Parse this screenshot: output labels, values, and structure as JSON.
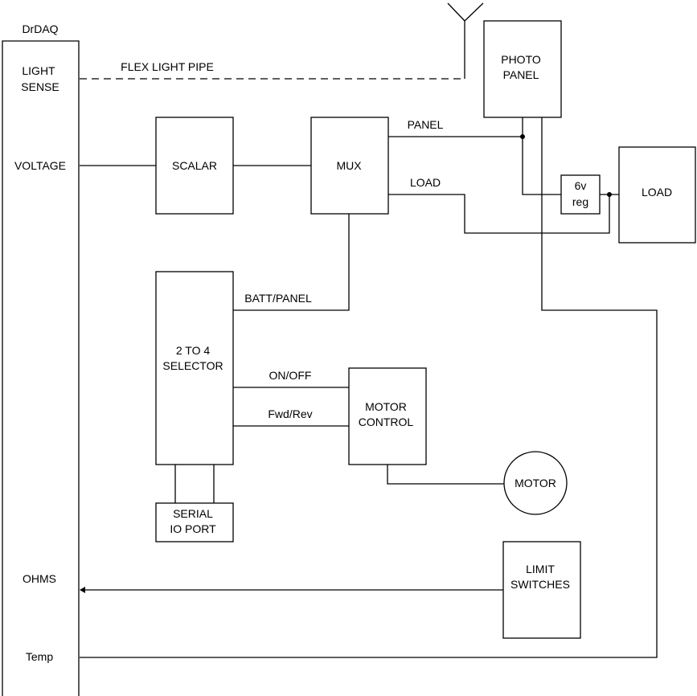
{
  "diagram": {
    "colors": {
      "line": "#000000",
      "background": "#ffffff"
    },
    "drdaq": {
      "title": "DrDAQ",
      "ports": {
        "light_sense": [
          "LIGHT",
          "SENSE"
        ],
        "voltage": "VOLTAGE",
        "ohms": "OHMS",
        "temp": "Temp"
      }
    },
    "blocks": {
      "scalar": "SCALAR",
      "mux": "MUX",
      "selector": [
        "2 TO 4",
        "SELECTOR"
      ],
      "serial": [
        "SERIAL",
        "IO PORT"
      ],
      "motor_control": [
        "MOTOR",
        "CONTROL"
      ],
      "motor": "MOTOR",
      "photo_panel": [
        "PHOTO",
        "PANEL"
      ],
      "regulator": [
        "6v",
        "reg"
      ],
      "load": "LOAD",
      "limit_switches": [
        "LIMIT",
        "SWITCHES"
      ]
    },
    "connection_labels": {
      "flex_light_pipe": "FLEX LIGHT PIPE",
      "panel": "PANEL",
      "load": "LOAD",
      "batt_panel": "BATT/PANEL",
      "on_off": "ON/OFF",
      "fwd_rev": "Fwd/Rev"
    }
  }
}
